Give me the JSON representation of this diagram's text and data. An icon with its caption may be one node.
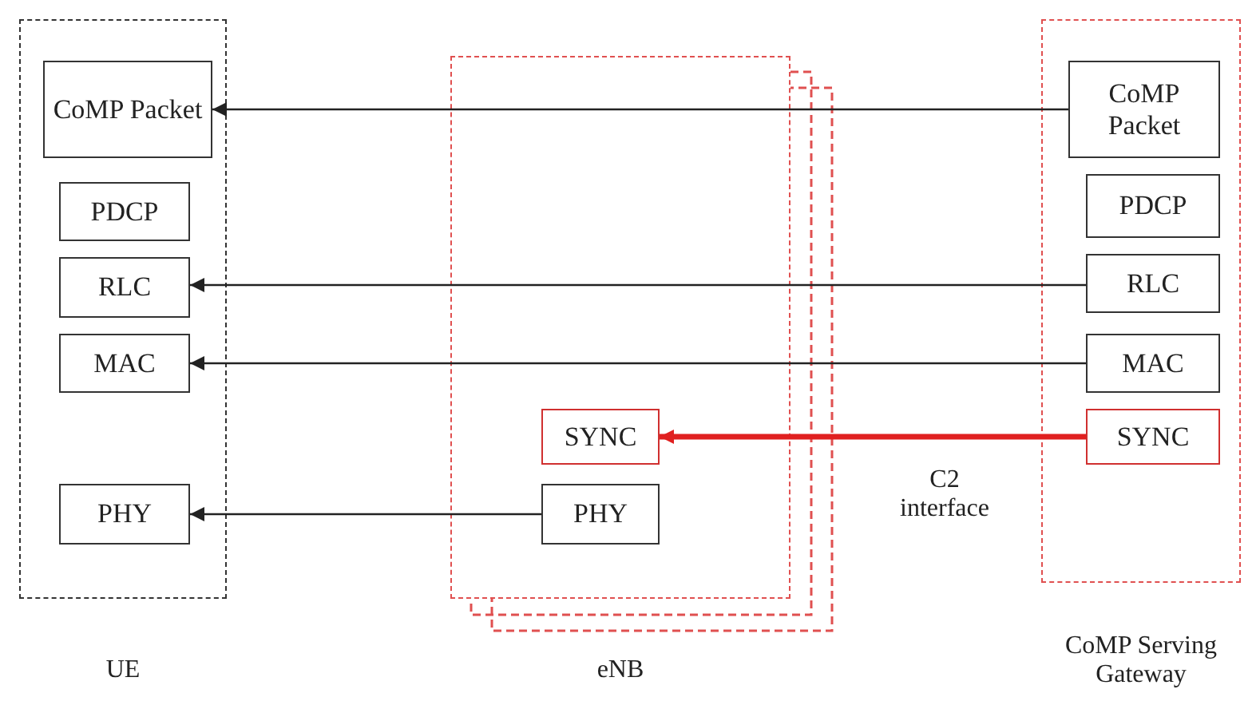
{
  "diagram": {
    "nodes": [
      {
        "text": [
          "UE"
        ]
      },
      {
        "text": [
          "CoMP Packet"
        ],
        "in": 0
      },
      {
        "text": [
          "PDCP"
        ],
        "in": 0
      },
      {
        "text": [
          "RLC"
        ],
        "in": 0
      },
      {
        "text": [
          "MAC"
        ],
        "in": 0
      },
      {
        "text": [
          "PHY"
        ],
        "in": 0
      },
      {
        "text": [
          "eNB"
        ]
      },
      {
        "text": [
          "SYNC"
        ],
        "in": 6
      },
      {
        "text": [
          "PHY"
        ],
        "in": 6
      },
      {
        "text": [
          "CoMP Serving Gateway"
        ]
      },
      {
        "text": [
          "CoMP Packet"
        ],
        "in": 9
      },
      {
        "text": [
          "PDCP"
        ],
        "in": 9
      },
      {
        "text": [
          "RLC"
        ],
        "in": 9
      },
      {
        "text": [
          "MAC"
        ],
        "in": 9
      },
      {
        "text": [
          "SYNC"
        ],
        "in": 9
      }
    ],
    "edges": [
      {
        "from": 10,
        "to": 1,
        "arrow": "to"
      },
      {
        "from": 12,
        "to": 3,
        "arrow": "to"
      },
      {
        "from": 13,
        "to": 4,
        "arrow": "to"
      },
      {
        "from": 14,
        "to": 7,
        "arrow": "to",
        "label": "C2 interface",
        "style": "thick",
        "color": "#e02020"
      },
      {
        "from": 8,
        "to": 5,
        "arrow": "to"
      }
    ]
  }
}
